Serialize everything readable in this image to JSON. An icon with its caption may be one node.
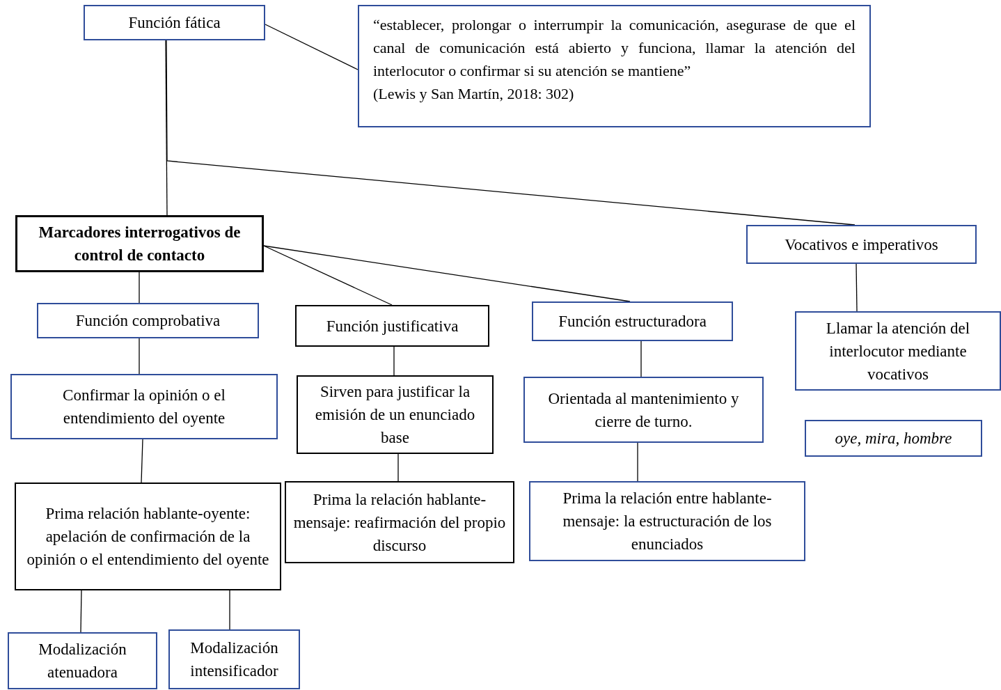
{
  "diagram": {
    "nodes": [
      {
        "text": [
          "Función fática"
        ]
      },
      {
        "text": [
          "“establecer, prolongar o interrumpir la comunicación, asegurase de que el canal de comunicación está abierto y funciona, llamar la atención del interlocutor o confirmar si su atención se mantiene”",
          "(Lewis y San Martín, 2018: 302)"
        ]
      },
      {
        "text": [
          "Marcadores interrogativos de control de contacto"
        ]
      },
      {
        "text": [
          "Vocativos e imperativos"
        ]
      },
      {
        "text": [
          "Función comprobativa"
        ]
      },
      {
        "text": [
          "Función justificativa"
        ]
      },
      {
        "text": [
          "Función estructuradora"
        ]
      },
      {
        "text": [
          "Llamar la atención del interlocutor mediante vocativos"
        ]
      },
      {
        "text": [
          "Confirmar la opinión o el entendimiento del oyente"
        ]
      },
      {
        "text": [
          "Sirven para justificar la emisión de un enunciado base"
        ]
      },
      {
        "text": [
          "Orientada al mantenimiento y cierre de turno."
        ]
      },
      {
        "text": [
          "oye, mira, hombre"
        ]
      },
      {
        "text": [
          "Prima relación hablante-oyente: apelación de confirmación de la opinión o el entendimiento del oyente"
        ]
      },
      {
        "text": [
          "Prima la relación hablante-mensaje: reafirmación del propio discurso"
        ]
      },
      {
        "text": [
          "Prima la relación entre hablante-mensaje: la estructuración de los enunciados"
        ]
      },
      {
        "text": [
          "Modalización atenuadora"
        ]
      },
      {
        "text": [
          "Modalización intensificador"
        ]
      }
    ],
    "edges": [
      {
        "from": 0,
        "to": 1,
        "arrow": "none"
      },
      {
        "from": 0,
        "to": 2,
        "arrow": "none"
      },
      {
        "from": 0,
        "to": 3,
        "arrow": "none"
      },
      {
        "from": 2,
        "to": 4,
        "arrow": "none"
      },
      {
        "from": 2,
        "to": 5,
        "arrow": "none"
      },
      {
        "from": 2,
        "to": 6,
        "arrow": "none"
      },
      {
        "from": 3,
        "to": 7,
        "arrow": "none"
      },
      {
        "from": 4,
        "to": 8,
        "arrow": "none"
      },
      {
        "from": 5,
        "to": 9,
        "arrow": "none"
      },
      {
        "from": 6,
        "to": 10,
        "arrow": "none"
      },
      {
        "from": 8,
        "to": 12,
        "arrow": "none"
      },
      {
        "from": 9,
        "to": 13,
        "arrow": "none"
      },
      {
        "from": 10,
        "to": 14,
        "arrow": "none"
      },
      {
        "from": 12,
        "to": 15,
        "arrow": "none"
      },
      {
        "from": 12,
        "to": 16,
        "arrow": "none"
      }
    ]
  }
}
